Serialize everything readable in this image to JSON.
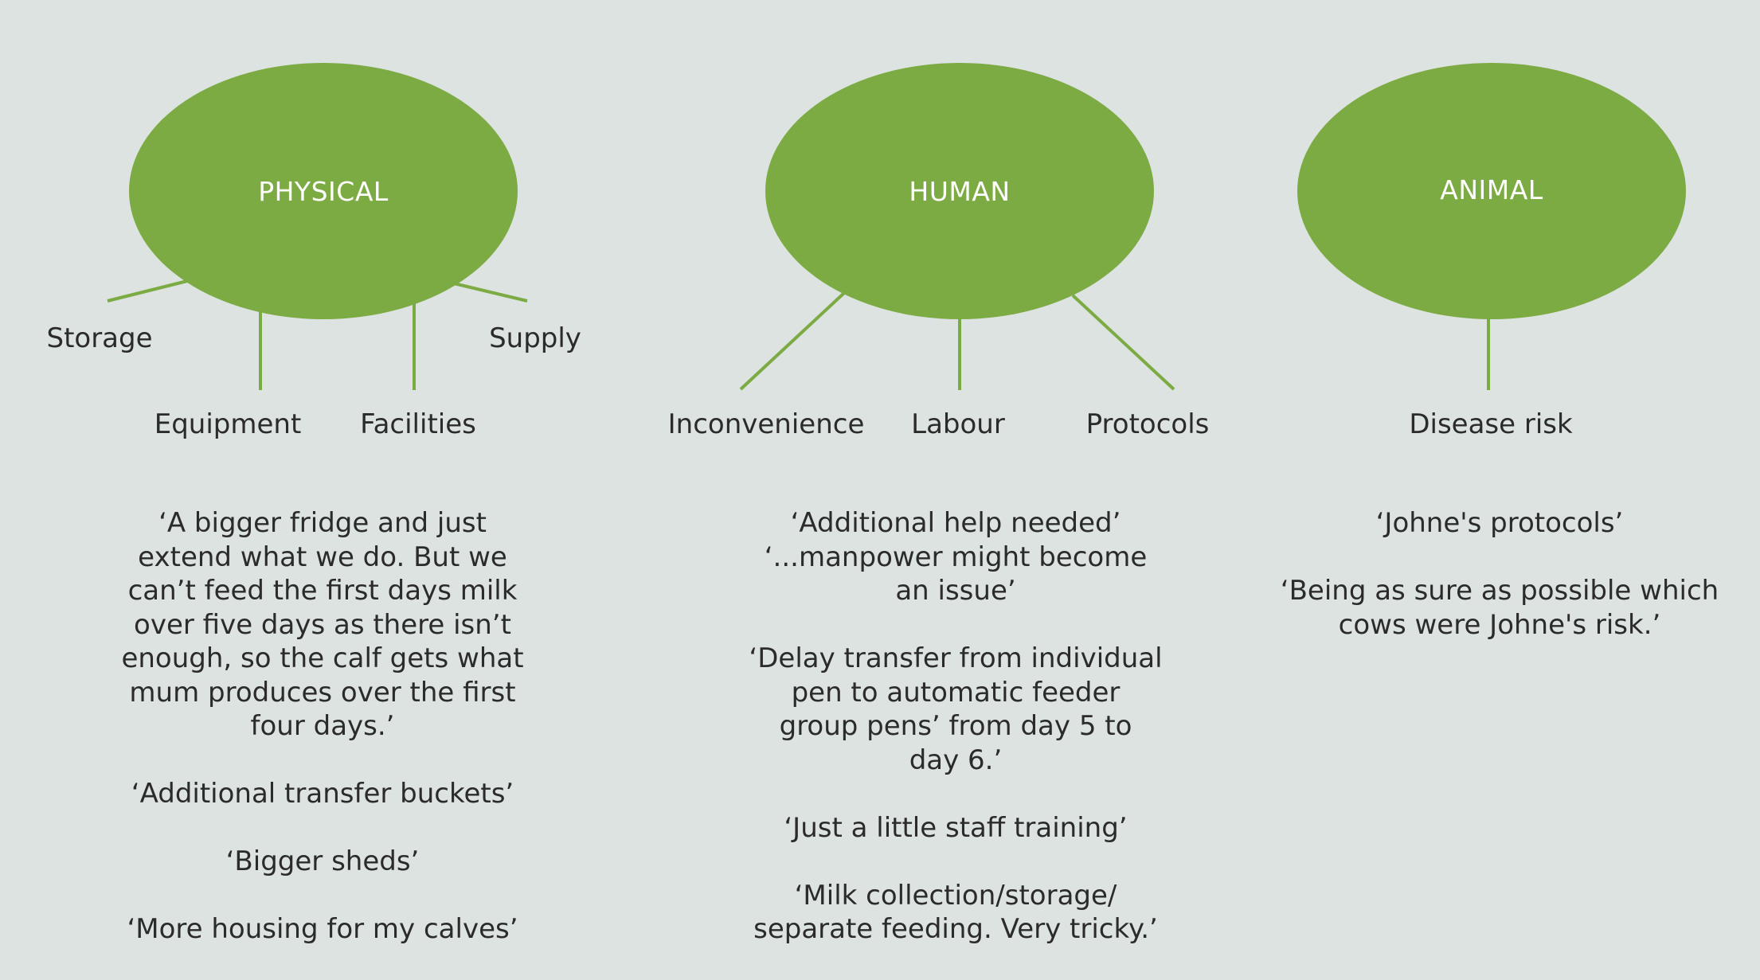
{
  "colors": {
    "background": "#dde3e0",
    "node": "#7caa43",
    "connector": "#7caa43",
    "text": "#2b2b2b"
  },
  "physical": {
    "title": "PHYSICAL",
    "branches": [
      "Storage",
      "Equipment",
      "Facilities",
      "Supply"
    ],
    "quotes": [
      [
        "‘A bigger fridge and just",
        "extend what we do. But we",
        "can’t feed the first days milk",
        "over five days as there isn’t",
        "enough, so the calf gets what",
        "mum produces over the first",
        "four days.’"
      ],
      [
        "‘Additional transfer buckets’"
      ],
      [
        "‘Bigger sheds’"
      ],
      [
        "‘More housing for my calves’"
      ]
    ]
  },
  "human": {
    "title": "HUMAN",
    "branches": [
      "Inconvenience",
      "Labour",
      "Protocols"
    ],
    "quotes": [
      [
        "‘Additional help needed’",
        "‘...manpower might become",
        "an issue’"
      ],
      [
        "‘Delay transfer from individual",
        "pen to automatic feeder",
        "group pens’ from day 5 to",
        "day 6.’"
      ],
      [
        "‘Just a little staff training’"
      ],
      [
        "‘Milk collection/storage/",
        "separate feeding. Very tricky.’"
      ]
    ]
  },
  "animal": {
    "title": "ANIMAL",
    "branches": [
      "Disease risk"
    ],
    "quotes": [
      [
        "‘Johne's protocols’"
      ],
      [
        "‘Being as sure as possible which",
        "cows were Johne's risk.’"
      ]
    ]
  }
}
